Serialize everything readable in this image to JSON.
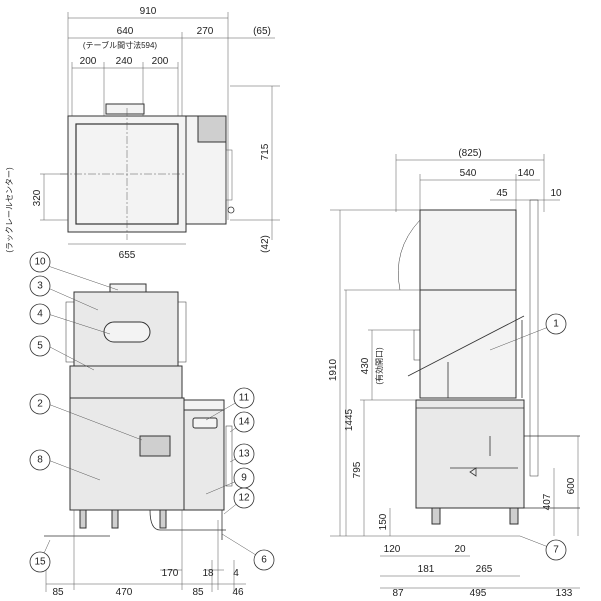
{
  "top_view": {
    "dims": {
      "overall": "910",
      "body": "640",
      "side": "270",
      "pipe": "(65)",
      "table_note": "(テーブル間寸法594)",
      "w1": "200",
      "w2": "240",
      "w3": "200",
      "depth": "715",
      "rail_offset": "320",
      "rail_label": "(ラックレールセンター)",
      "bottom_depth": "(42)",
      "width_bottom": "655"
    }
  },
  "front_view": {
    "dims": {
      "d85a": "85",
      "d470": "470",
      "d85b": "85",
      "d170": "170",
      "d18": "18",
      "d4": "4",
      "d46": "46"
    }
  },
  "side_view": {
    "dims": {
      "d825": "(825)",
      "d540": "540",
      "d140": "140",
      "d45": "45",
      "d10": "10",
      "h1910": "1910",
      "h1445": "1445",
      "h795": "795",
      "h150": "150",
      "h430": "430",
      "opening": "(有効開口)",
      "h600": "600",
      "h407": "407",
      "d120": "120",
      "d20": "20",
      "d87": "87",
      "d181": "181",
      "d265": "265",
      "d495": "495",
      "d133": "133"
    }
  },
  "callouts": [
    "1",
    "2",
    "3",
    "4",
    "5",
    "6",
    "7",
    "8",
    "9",
    "10",
    "11",
    "12",
    "13",
    "14",
    "15"
  ]
}
